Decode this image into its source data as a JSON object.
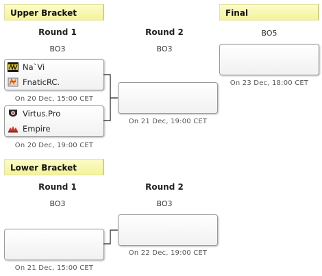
{
  "upper": {
    "label": "Upper Bracket",
    "round1": {
      "title": "Round 1",
      "format": "BO3"
    },
    "round2": {
      "title": "Round 2",
      "format": "BO3"
    },
    "matches": [
      {
        "team1": "Na`Vi",
        "team2": "FnaticRC.",
        "time": "On 20 Dec, 15:00 CET"
      },
      {
        "team1": "Virtus.Pro",
        "team2": "Empire",
        "time": "On 20 Dec, 19:00 CET"
      }
    ],
    "round2_match": {
      "time": "On 21 Dec, 19:00 CET"
    }
  },
  "final": {
    "label": "Final",
    "format": "BO5",
    "time": "On 23 Dec, 18:00 CET"
  },
  "lower": {
    "label": "Lower Bracket",
    "round1": {
      "title": "Round 1",
      "format": "BO3"
    },
    "round2": {
      "title": "Round 2",
      "format": "BO3"
    },
    "round1_match": {
      "time": "On 21 Dec, 15:00 CET"
    },
    "round2_match": {
      "time": "On 22 Dec, 19:00 CET"
    }
  },
  "colors": {
    "label_bg": "#f6f6a8",
    "box_border": "#9a9a9a",
    "connector": "#222222"
  },
  "icons": [
    "navi-logo-icon",
    "fnatic-logo-icon",
    "virtuspro-logo-icon",
    "empire-logo-icon"
  ]
}
